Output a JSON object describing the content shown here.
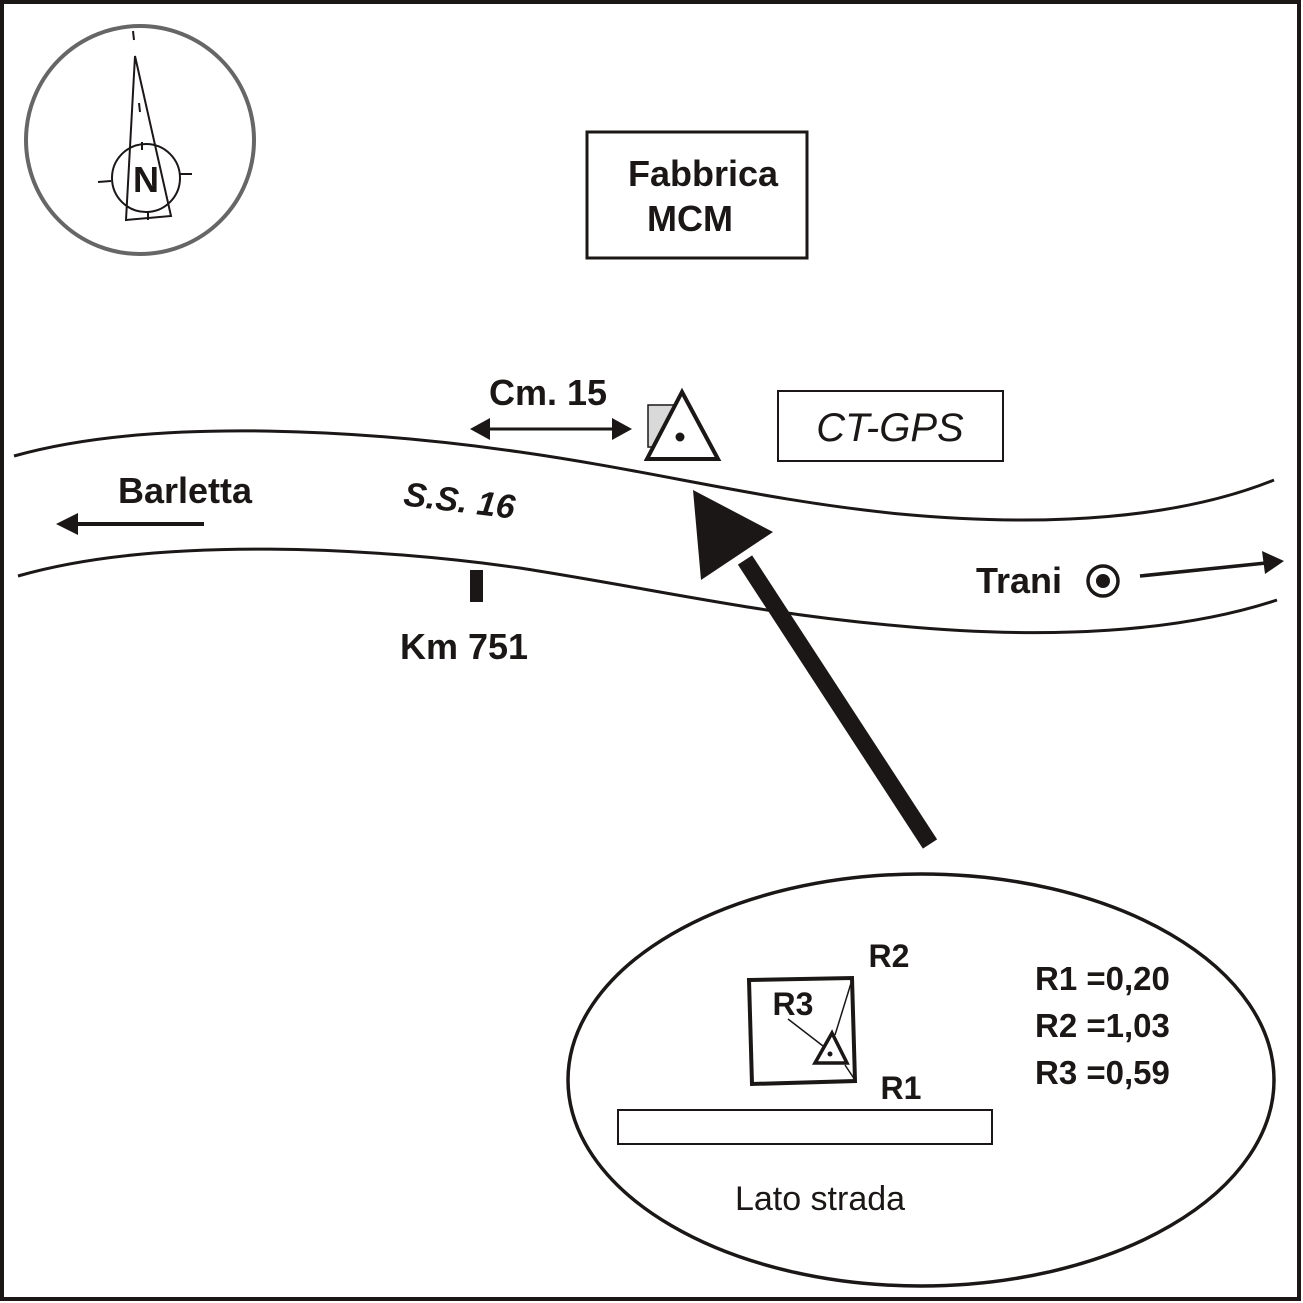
{
  "compass": {
    "label": "N"
  },
  "factory": {
    "line1": "Fabbrica",
    "line2": "MCM"
  },
  "distance": {
    "label": "Cm. 15"
  },
  "station": {
    "label": "CT-GPS"
  },
  "road": {
    "name": "S.S. 16",
    "km_marker": "Km 751",
    "west_destination": "Barletta",
    "east_destination": "Trani"
  },
  "detail": {
    "labels": {
      "r1": "R1",
      "r2": "R2",
      "r3": "R3"
    },
    "measurements": [
      {
        "name": "R1",
        "text": "R1 =0,20",
        "value": 0.2
      },
      {
        "name": "R2",
        "text": "R2 =1,03",
        "value": 1.03
      },
      {
        "name": "R3",
        "text": "R3 =0,59",
        "value": 0.59
      }
    ],
    "roadside_label": "Lato strada"
  },
  "colors": {
    "ink": "#1a1716",
    "compass_ring": "#666666",
    "pillar_fill": "#d9d9d9"
  }
}
